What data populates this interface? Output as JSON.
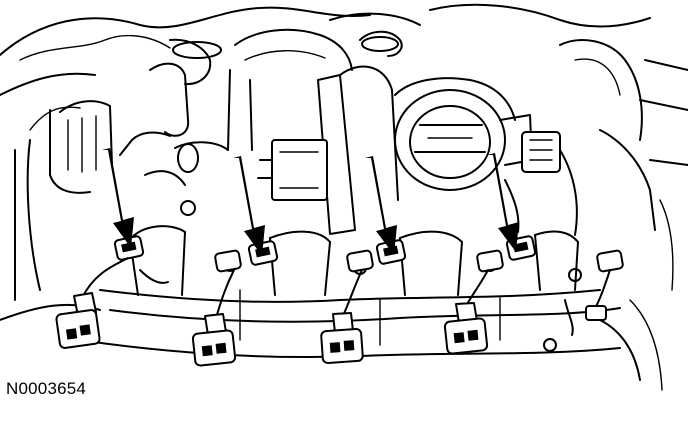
{
  "figure": {
    "reference_code": "N0003654",
    "arrow_count": 4,
    "connector_count": 5,
    "line_color": "#000000",
    "background_color": "#ffffff"
  }
}
